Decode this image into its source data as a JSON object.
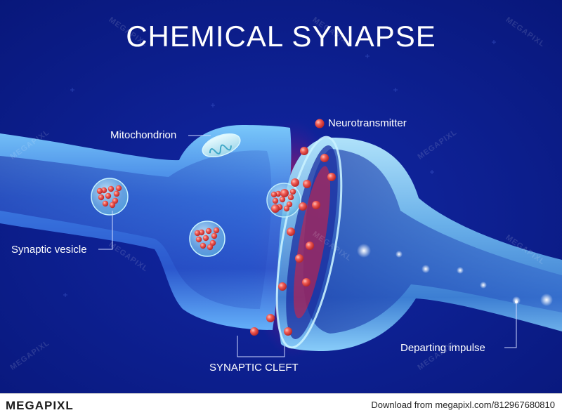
{
  "title": "CHEMICAL SYNAPSE",
  "labels": {
    "mitochondrion": "Mitochondrion",
    "neurotransmitter": "Neurotransmitter",
    "synaptic_vesicle": "Synaptic vesicle",
    "synaptic_cleft": "SYNAPTIC CLEFT",
    "departing_impulse": "Departing impulse"
  },
  "watermark": "MEGAPIXL",
  "footer": {
    "logo": "MEGAPIXL",
    "download_text": "Download from megapixl.com",
    "image_id": "812967680810"
  },
  "colors": {
    "background": "#0a1a80",
    "neuron_blue": "#3f7fe8",
    "neurotransmitter": "#f0554f",
    "cleft_glow": "#ff2a2a",
    "text": "#ffffff"
  }
}
